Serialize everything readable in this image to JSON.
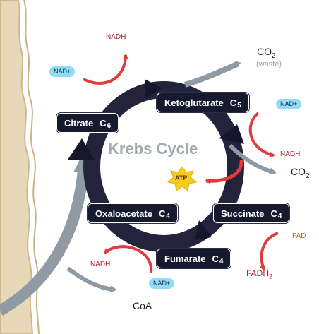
{
  "title": "Krebs Cycle",
  "stages": {
    "citrate": {
      "name": "Citrate",
      "carbon": "C",
      "count": "6"
    },
    "ketoglutarate": {
      "name": "Ketoglutarate",
      "carbon": "C",
      "count": "5"
    },
    "succinate": {
      "name": "Succinate",
      "carbon": "C",
      "count": "4"
    },
    "fumarate": {
      "name": "Fumarate",
      "carbon": "C",
      "count": "4"
    },
    "oxaloacetate": {
      "name": "Oxaloacetate",
      "carbon": "C",
      "count": "4"
    }
  },
  "molecules": {
    "nadh_1": "NADH",
    "nad_1": "NAD+",
    "co2_1": "CO",
    "co2_1_sub": "2",
    "waste": "(waste)",
    "nad_2": "NAD+",
    "nadh_2": "NADH",
    "co2_2": "CO",
    "co2_2_sub": "2",
    "atp": "ATP",
    "fad": "FAD",
    "fadh2": "FADH",
    "fadh2_sub": "2",
    "nadh_3": "NADH",
    "nad_3": "NAD+",
    "coa": "CoA"
  },
  "colors": {
    "cycle": "#23243c",
    "box": "#161a2e",
    "gray_arrow": "#8f9aa5",
    "red_arrow": "#e23b3e",
    "nad_pill": "#8fdcf4",
    "atp_star": "#f6cc1c",
    "membrane": "#e6d8b9"
  },
  "icons": [
    "atp-star-icon"
  ]
}
